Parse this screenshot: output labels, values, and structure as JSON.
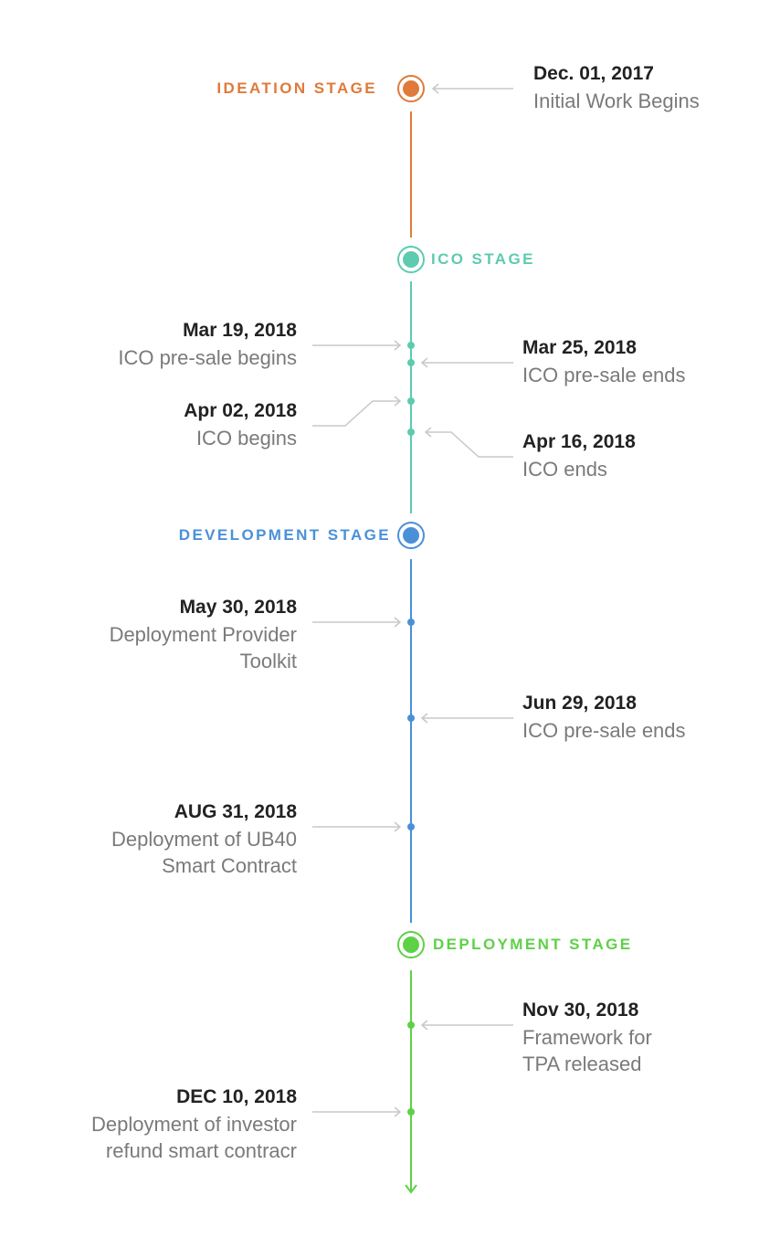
{
  "colors": {
    "ideation": "#e07a3a",
    "ico": "#5ecab0",
    "development": "#4a90d9",
    "deployment": "#5ed147",
    "connector": "#c8c8c8"
  },
  "stages": {
    "ideation": {
      "label": "IDEATION STAGE"
    },
    "ico": {
      "label": "ICO STAGE"
    },
    "development": {
      "label": "DEVELOPMENT STAGE"
    },
    "deployment": {
      "label": "DEPLOYMENT STAGE"
    }
  },
  "events": {
    "e1": {
      "date": "Dec. 01, 2017",
      "desc": [
        "Initial Work Begins"
      ]
    },
    "e2": {
      "date": "Mar 19, 2018",
      "desc": [
        "ICO pre-sale begins"
      ]
    },
    "e3": {
      "date": "Mar 25, 2018",
      "desc": [
        "ICO pre-sale ends"
      ]
    },
    "e4": {
      "date": "Apr 02, 2018",
      "desc": [
        "ICO begins"
      ]
    },
    "e5": {
      "date": "Apr 16, 2018",
      "desc": [
        "ICO ends"
      ]
    },
    "e6": {
      "date": "May 30, 2018",
      "desc": [
        "Deployment Provider",
        "Toolkit"
      ]
    },
    "e7": {
      "date": "Jun 29, 2018",
      "desc": [
        "ICO pre-sale ends"
      ]
    },
    "e8": {
      "date": "AUG 31, 2018",
      "desc": [
        "Deployment of UB40",
        "Smart Contract"
      ]
    },
    "e9": {
      "date": "Nov 30, 2018",
      "desc": [
        "Framework for",
        "TPA released"
      ]
    },
    "e10": {
      "date": "DEC 10, 2018",
      "desc": [
        "Deployment of investor",
        "refund smart contracr"
      ]
    }
  }
}
